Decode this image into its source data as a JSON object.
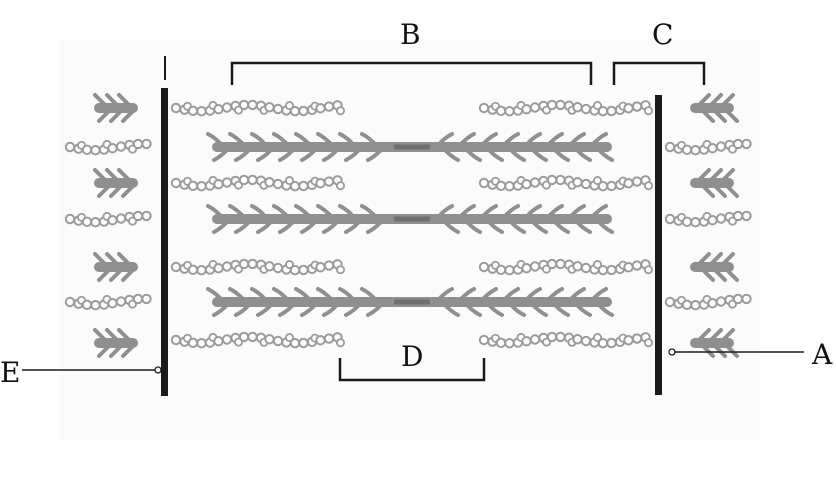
{
  "labels": {
    "A": "A",
    "B": "B",
    "C": "C",
    "D": "D",
    "E": "E"
  },
  "colors": {
    "line": "#1a1a1a",
    "thick": "#8f8f8f",
    "thickCore": "#6f6f6f",
    "thin": "#9a9a9a"
  }
}
